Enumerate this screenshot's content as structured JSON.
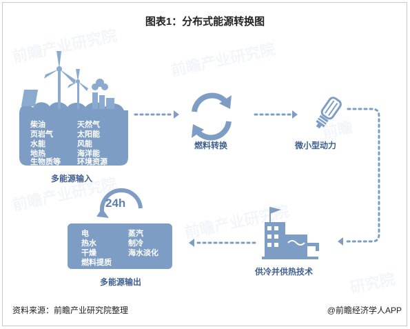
{
  "header": {
    "title": "图表1：分布式能源转换图"
  },
  "colors": {
    "box": "#7e9dc4",
    "icon": "#8aaad0",
    "arrow": "#7e9dc4",
    "label": "#3f5f8f"
  },
  "input_box": {
    "left_items": [
      "柴油",
      "页岩气",
      "水能",
      "地热",
      "生物质等"
    ],
    "right_items": [
      "天然气",
      "太阳能",
      "风能",
      "海洋能",
      "环境资源"
    ],
    "caption": "多能源输入",
    "icon": "wind-turbine-factory-icon"
  },
  "conversion": {
    "caption": "燃料转换",
    "icon": "cycle-arrows-icon"
  },
  "power": {
    "caption": "微小型动力",
    "icon": "bulb-icon"
  },
  "supply": {
    "caption": "供冷并供热技术",
    "icon": "factory-water-icon"
  },
  "output_box": {
    "badge": "24h",
    "left_items": [
      "电",
      "热水",
      "干燥"
    ],
    "right_items": [
      "蒸汽",
      "制冷",
      "海水淡化"
    ],
    "last_item": "燃料提质",
    "caption": "多能源输出"
  },
  "watermark": {
    "text": "前瞻产业研究院"
  },
  "footer": {
    "source": "资料来源：前瞻产业研究院整理",
    "brand": "@前瞻经济学人APP"
  }
}
